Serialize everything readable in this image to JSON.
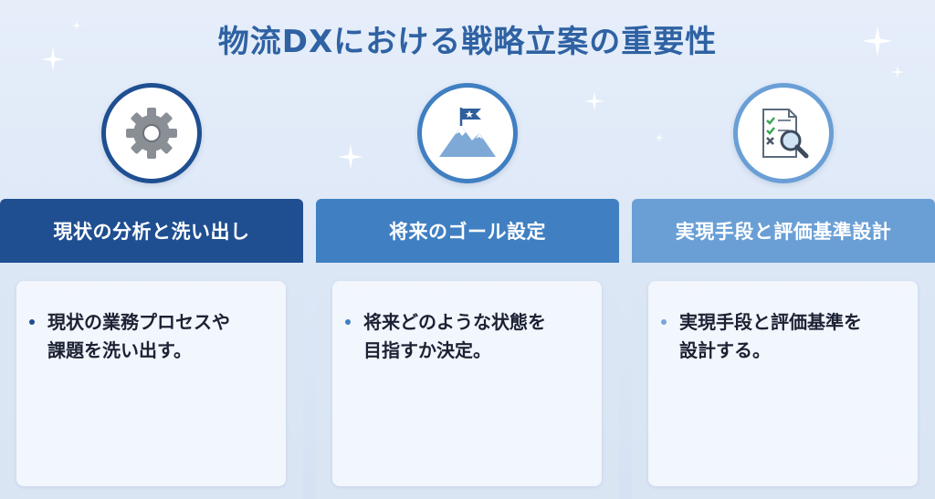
{
  "title": "物流DXにおける戦略立案の重要性",
  "colors": {
    "title": "#2f62a3",
    "col1_header": "#1f4f91",
    "col2_header": "#3f7fc2",
    "col3_header": "#6a9fd6",
    "col1_dot": "#1f4f91",
    "col2_dot": "#3f7fc2",
    "col3_dot": "#7aa6d8"
  },
  "columns": [
    {
      "icon": "gear-icon",
      "header": "現状の分析と洗い出し",
      "bullets": [
        {
          "text": "現状の業務プロセスや\n課題を洗い出す。"
        }
      ]
    },
    {
      "icon": "mountain-flag-icon",
      "header": "将来のゴール設定",
      "bullets": [
        {
          "text": "将来どのような状態を\n目指すか決定。"
        }
      ]
    },
    {
      "icon": "checklist-magnifier-icon",
      "header": "実現手段と評価基準設計",
      "bullets": [
        {
          "text": "実現手段と評価基準を\n設計する。"
        }
      ]
    }
  ]
}
